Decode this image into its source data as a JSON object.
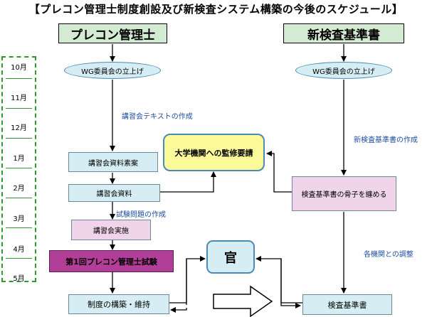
{
  "title": "【プレコン管理士制度創設及び新検査システム構築の今後のスケジュール】",
  "left_header": "プレコン管理士",
  "right_header": "新検査基準書",
  "months": [
    "10月",
    "11月",
    "12月",
    "1月",
    "2月",
    "3月",
    "4月",
    "5月"
  ],
  "left": {
    "wg": "WG委員会の立上げ",
    "note_text": "講習会テキストの作成",
    "draft": "講習会資料素案",
    "materials": "講習会資料",
    "note_exam": "試験問題の作成",
    "seminar": "講習会実施",
    "exam": "第1回プレコン管理士試験",
    "system": "制度の構築・維持"
  },
  "right": {
    "wg": "WG委員会の立上げ",
    "note_create": "新検査基準書の作成",
    "skeleton": "検査基準書の骨子を纏める",
    "note_adjust": "各機関との調整",
    "standard": "検査基準書"
  },
  "univ": "大学機関への監修要請",
  "gov": "官"
}
